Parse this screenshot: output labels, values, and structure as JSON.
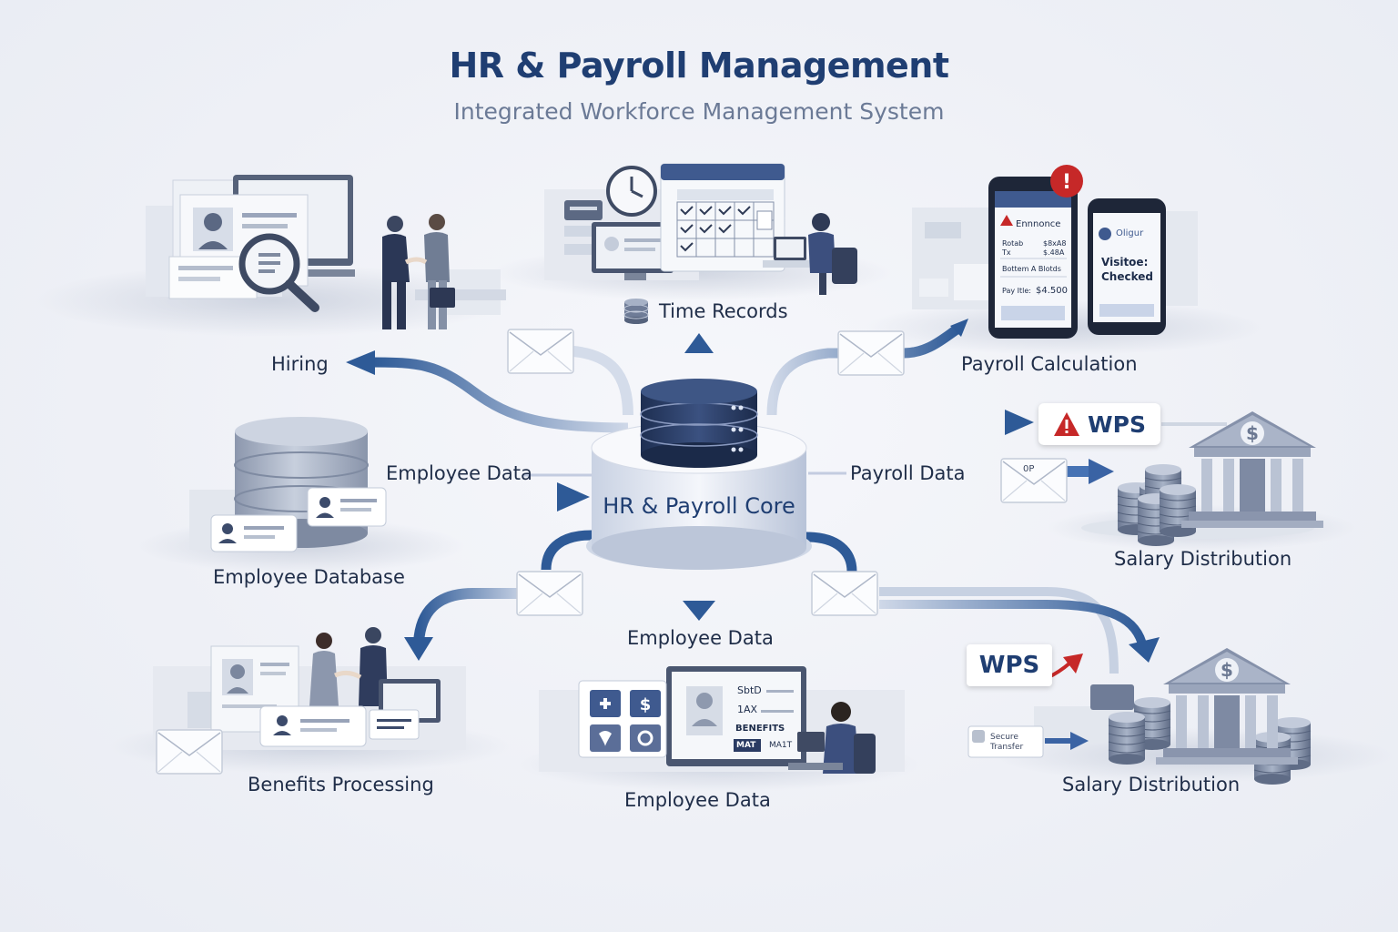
{
  "header": {
    "title": "HR & Payroll Management",
    "subtitle": "Integrated Workforce Management System"
  },
  "core": {
    "label": "HR & Payroll Core"
  },
  "nodes": {
    "hiring": "Hiring",
    "time_records": "Time Records",
    "payroll_calculation": "Payroll Calculation",
    "employee_database": "Employee Database",
    "salary_distribution_top": "Salary Distribution",
    "benefits_processing": "Benefits Processing",
    "employee_data_bottom": "Employee Data",
    "salary_distribution_bottom": "Salary Distribution"
  },
  "flows": {
    "employee_data_left": "Employee Data",
    "payroll_data_right": "Payroll Data",
    "employee_data_down": "Employee Data"
  },
  "badges": {
    "wps_top": "WPS",
    "wps_bottom": "WPS",
    "envelope_tag": "0P",
    "secure_transfer_1": "Secure",
    "secure_transfer_2": "Transfer"
  },
  "phone_left": {
    "alert": "Ennnonce",
    "row1_label": "Rotab",
    "row1_value": "$8xA8",
    "row2_label": "Tx",
    "row2_value": "$.48A",
    "row3": "Bottem A Blotds",
    "row4_label": "Pay Itle:",
    "row4_value": "$4.500"
  },
  "phone_right": {
    "header": "Oligur",
    "line1": "Visitoe:",
    "line2": "Checked"
  },
  "benefits_form": {
    "line1": "SbtD",
    "line2": "1AX",
    "line3": "BENEFITS",
    "tag": "MAT",
    "tag2": "MA1T"
  },
  "colors": {
    "title": "#1f3e72",
    "arrow": "#2e5a97",
    "alert": "#c62828",
    "core_dark": "#24365a"
  },
  "icons": [
    "magnifier-icon",
    "handshake-people-icon",
    "clock-icon",
    "calendar-icon",
    "worker-icon",
    "database-icon",
    "id-card-icon",
    "envelope-icon",
    "phone-icon",
    "alert-icon",
    "bank-icon",
    "coin-stack-icon",
    "benefits-icons",
    "monitor-icon"
  ]
}
